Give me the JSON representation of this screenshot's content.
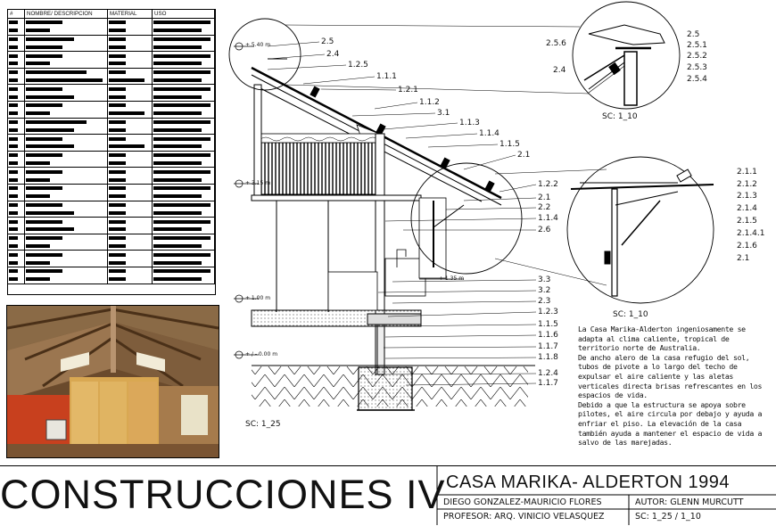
{
  "schedule": {
    "headers": [
      "#",
      "NOMBRE/ DESCRIPCION",
      "MATERIAL",
      "USO"
    ],
    "rows": [
      [
        1,
        2,
        1,
        3
      ],
      [
        1,
        1,
        1,
        2
      ],
      [
        1,
        3,
        1,
        3
      ],
      [
        1,
        2,
        1,
        2
      ],
      [
        1,
        2,
        1,
        3
      ],
      [
        1,
        1,
        1,
        2
      ],
      [
        1,
        4,
        1,
        3
      ],
      [
        1,
        5,
        2,
        2
      ],
      [
        1,
        2,
        1,
        3
      ],
      [
        1,
        3,
        1,
        2
      ],
      [
        1,
        2,
        1,
        3
      ],
      [
        1,
        1,
        2,
        2
      ],
      [
        1,
        4,
        1,
        3
      ],
      [
        1,
        3,
        1,
        2
      ],
      [
        1,
        2,
        1,
        3
      ],
      [
        1,
        3,
        2,
        2
      ],
      [
        1,
        2,
        1,
        3
      ],
      [
        1,
        1,
        1,
        2
      ],
      [
        1,
        2,
        1,
        3
      ],
      [
        1,
        1,
        1,
        2
      ],
      [
        1,
        2,
        1,
        3
      ],
      [
        1,
        1,
        1,
        2
      ],
      [
        1,
        2,
        1,
        3
      ],
      [
        1,
        3,
        1,
        2
      ],
      [
        1,
        2,
        1,
        3
      ],
      [
        1,
        3,
        1,
        2
      ],
      [
        1,
        2,
        1,
        3
      ],
      [
        1,
        1,
        1,
        2
      ],
      [
        1,
        2,
        1,
        3
      ],
      [
        1,
        1,
        1,
        2
      ],
      [
        1,
        2,
        1,
        3
      ],
      [
        1,
        1,
        1,
        2
      ]
    ]
  },
  "levels": [
    "+ 3.15 m",
    "+ 1.00 m",
    "+ / - 0.00 m",
    "+ 1.35 m",
    "+ 5.40 m"
  ],
  "main_labels": [
    "2.5",
    "2.4",
    "1.2.5",
    "1.1.1",
    "1.2.1",
    "1.1.2",
    "3.1",
    "1.1.3",
    "1.1.4",
    "1.1.5",
    "2.1",
    "1.2.2",
    "2.1",
    "2.2",
    "1.1.4",
    "2.6",
    "3.3",
    "3.2",
    "2.3",
    "1.2.3",
    "1.1.5",
    "1.1.6",
    "1.1.7",
    "1.1.8",
    "1.2.4",
    "1.1.7"
  ],
  "detail_top_labels": [
    "2.5.6",
    "2.4",
    "2.5",
    "2.5.1",
    "2.5.2",
    "2.5.3",
    "2.5.4"
  ],
  "detail_right_labels": [
    "2.1.1",
    "2.1.2",
    "2.1.3",
    "2.1.4",
    "2.1.5",
    "2.1.4.1",
    "2.1.6",
    "2.1"
  ],
  "scales": {
    "main": "SC: 1_25",
    "detail_top": "SC: 1_10",
    "detail_right": "SC: 1_10"
  },
  "description": [
    "La Casa Marika-Alderton ingeniosamente se adapta al clima caliente, tropical de territorio norte de Australia.",
    "De ancho alero de la casa refugio del sol, tubos de pivote a lo largo del techo de expulsar el aire caliente y las aletas verticales directa brisas refrescantes en los espacios de vida.",
    "Debido a que la estructura se apoya sobre pilotes, el aire circula por debajo y ayuda a enfriar el piso. La elevación de la casa también ayuda a mantener el espacio de vida a salvo de las marejadas."
  ],
  "title_block": {
    "course": "CONSTRUCCIONES IV",
    "project": "CASA MARIKA- ALDERTON 1994",
    "students": "DIEGO GONZALEZ-MAURICIO FLORES",
    "author": "AUTOR: GLENN MURCUTT",
    "professor": "PROFESOR: ARQ. VINICIO VELASQUEZ",
    "scale": "SC: 1_25 / 1_10"
  }
}
